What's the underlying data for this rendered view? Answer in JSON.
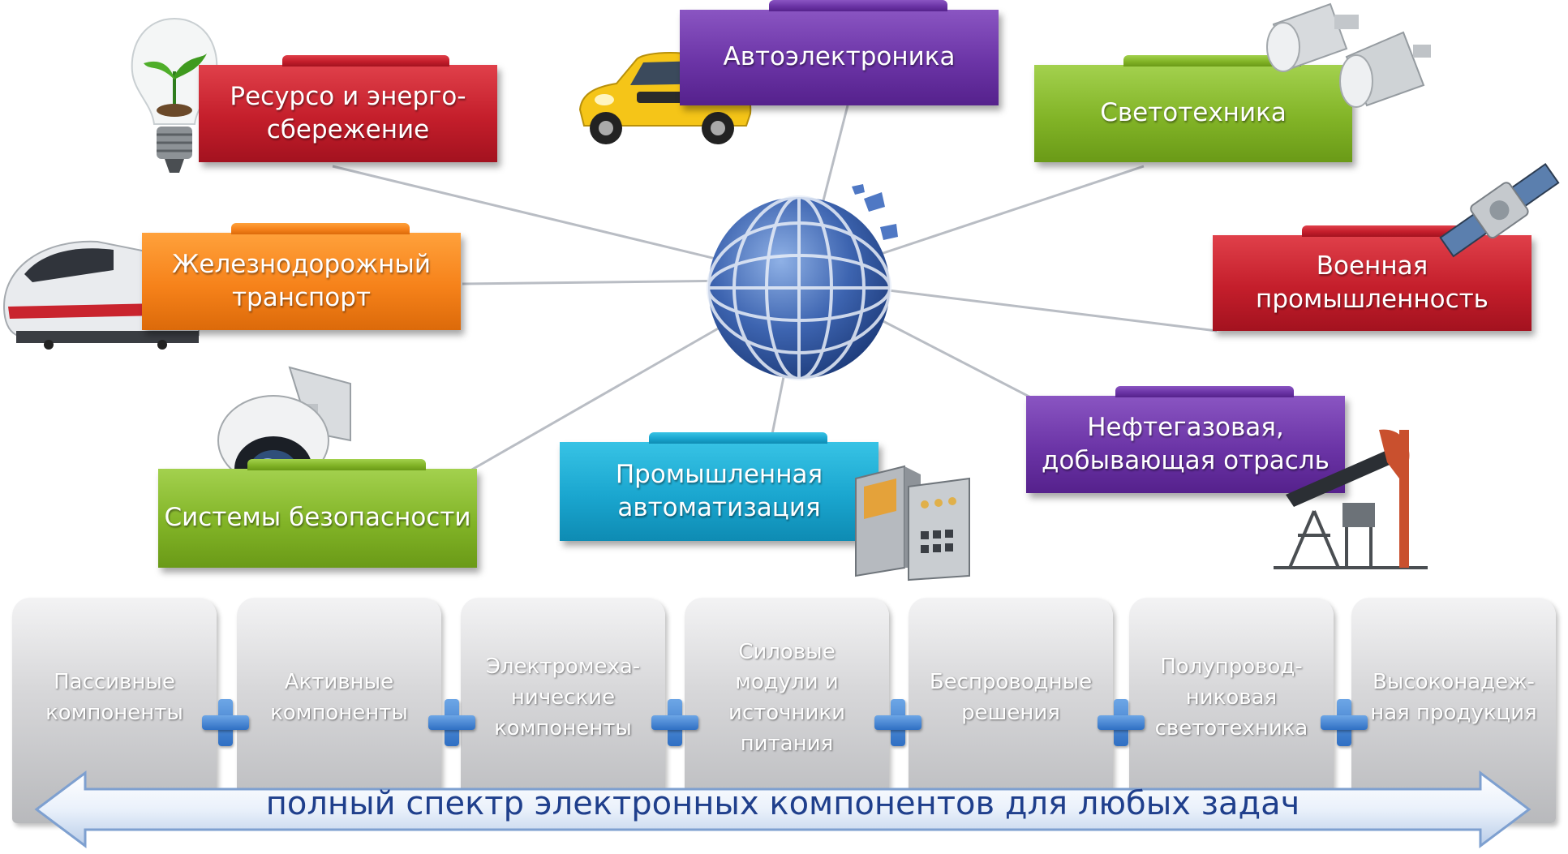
{
  "banners": {
    "energy": "Ресурсо и энерго-\nсбережение",
    "auto": "Автоэлектроника",
    "light": "Светотехника",
    "rail": "Железнодорожный\nтранспорт",
    "military": "Военная\nпромышленность",
    "security": "Системы безопасности",
    "industrial": "Промышленная\nавтоматизация",
    "oil": "Нефтегазовая,\nдобывающая отрасль"
  },
  "components": [
    "Пассивные\nкомпоненты",
    "Активные\nкомпоненты",
    "Электромеха-\nнические\nкомпоненты",
    "Силовые\nмодули и\nисточники\nпитания",
    "Беспроводные\nрешения",
    "Полупровод-\nниковая\nсветотехника",
    "Высоконадеж-\nная продукция"
  ],
  "footer": "полный спектр электронных компонентов для любых задач",
  "colors": {
    "red": "#c41e2b",
    "purple": "#6b34a6",
    "green": "#82b427",
    "orange": "#f6821a",
    "blue": "#1aa6cf",
    "globe": "#3d64b0",
    "arrow_text": "#1f3f8c"
  },
  "icons": [
    "lightbulb-plant-icon",
    "car-icon",
    "spotlight-lamps-icon",
    "train-icon",
    "satellite-icon",
    "security-camera-icon",
    "control-cabinet-icon",
    "oil-pump-icon",
    "globe-icon"
  ]
}
